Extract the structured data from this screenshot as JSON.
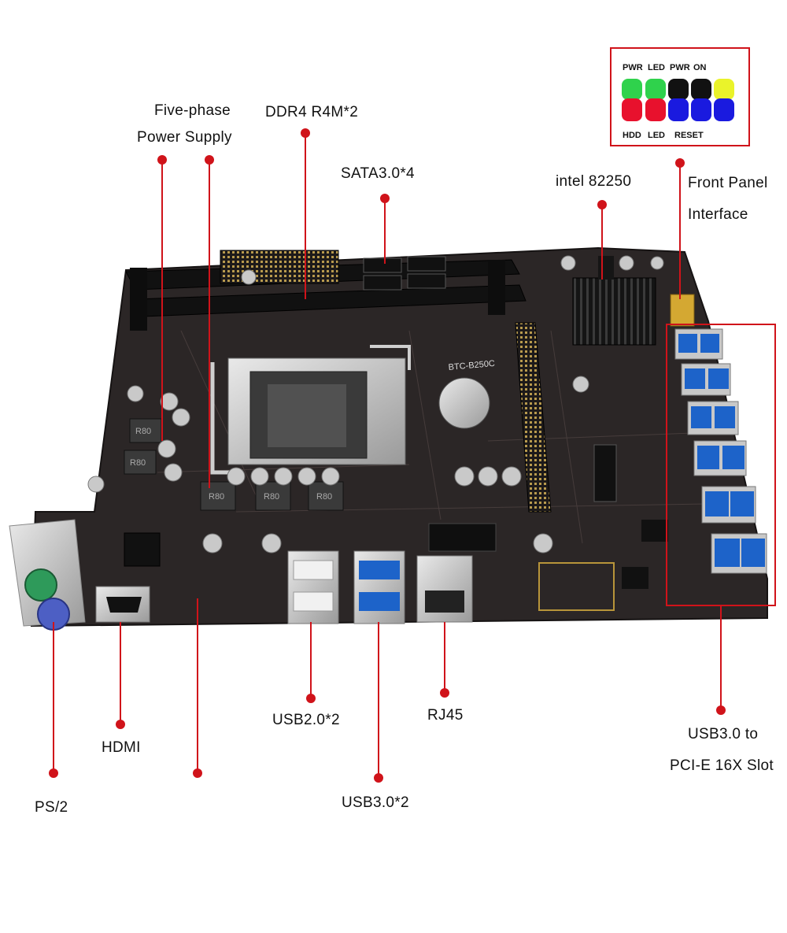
{
  "callouts": {
    "five_phase_line1": "Five-phase",
    "five_phase_line2": "Power Supply",
    "ddr4": "DDR4 R4M*2",
    "sata": "SATA3.0*4",
    "intel": "intel 82250",
    "front_panel_line1": "Front Panel",
    "front_panel_line2": "Interface",
    "usb30_pcie_line1": "USB3.0 to",
    "usb30_pcie_line2": "PCI-E 16X Slot",
    "ps2": "PS/2",
    "hdmi": "HDMI",
    "usb20": "USB2.0*2",
    "usb30": "USB3.0*2",
    "rj45": "RJ45"
  },
  "front_panel": {
    "pwr_plus": "PWR",
    "led_minus": "LED",
    "pwr": "PWR",
    "on": "ON",
    "hdd": "HDD",
    "led": "LED",
    "reset": "RESET"
  },
  "board_text": {
    "model": "BTC-B250C",
    "inductor": "R80"
  },
  "colors": {
    "accent_red": "#d0131a",
    "pcb": "#2b2626",
    "usb3_blue": "#1d63c9",
    "ps2_green": "#2e9a5a",
    "ps2_purple": "#4d5fc4"
  }
}
